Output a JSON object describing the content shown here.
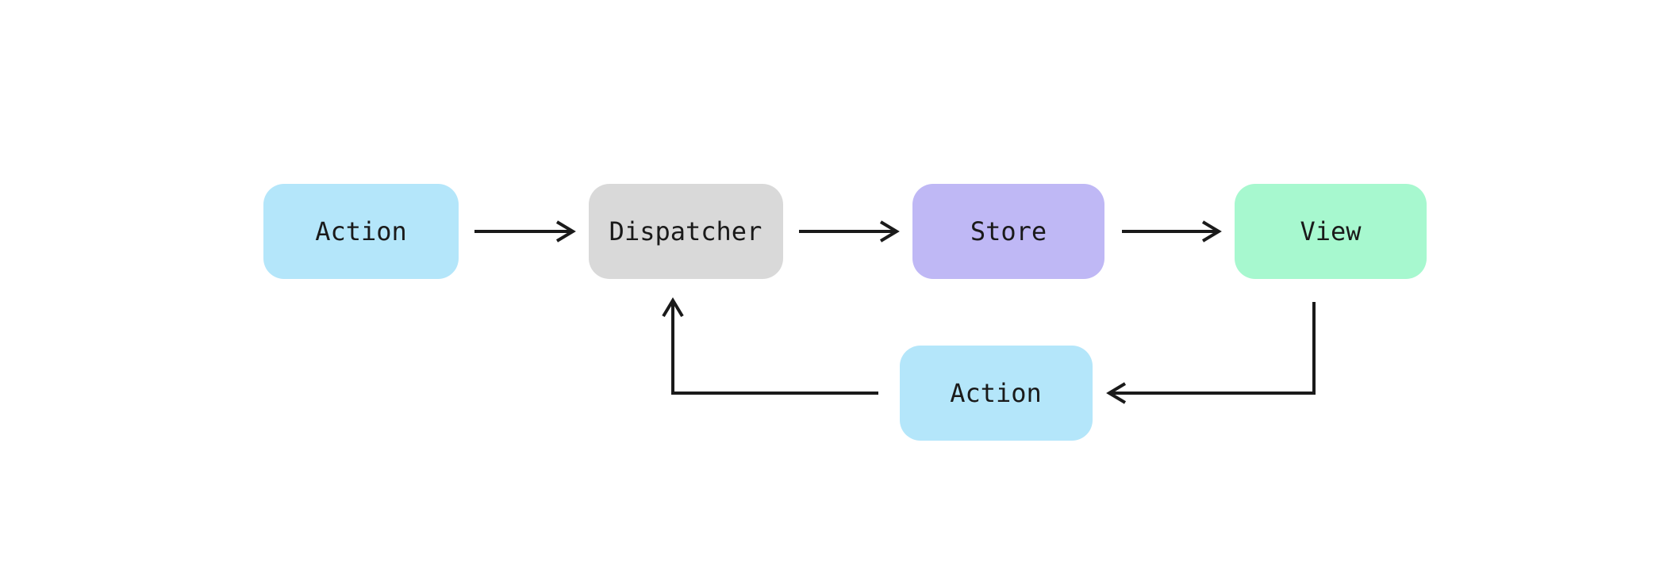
{
  "diagram": {
    "background": "#ffffff",
    "ink": "#1a1a1a",
    "nodes": [
      {
        "id": "action-top",
        "label": "Action",
        "fill": "#b4e6fa"
      },
      {
        "id": "dispatcher",
        "label": "Dispatcher",
        "fill": "#d9d9d9"
      },
      {
        "id": "store",
        "label": "Store",
        "fill": "#bfb8f5"
      },
      {
        "id": "view",
        "label": "View",
        "fill": "#a7f8cf"
      },
      {
        "id": "action-bottom",
        "label": "Action",
        "fill": "#b4e6fa"
      }
    ],
    "edges": [
      {
        "from": "action-top",
        "to": "dispatcher"
      },
      {
        "from": "dispatcher",
        "to": "store"
      },
      {
        "from": "store",
        "to": "view"
      },
      {
        "from": "view",
        "to": "action-bottom"
      },
      {
        "from": "action-bottom",
        "to": "dispatcher"
      }
    ]
  }
}
